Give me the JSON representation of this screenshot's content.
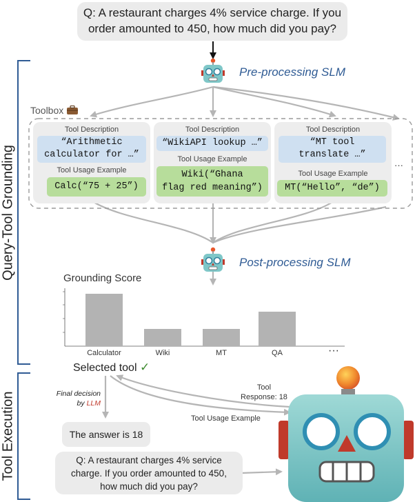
{
  "question": {
    "line1": "Q: A restaurant charges 4% service charge. If you",
    "line2": "order amounted to 450, how much did you pay?"
  },
  "pre_slm": "Pre-processing SLM",
  "post_slm": "Post-processing SLM",
  "toolbox": {
    "label": "Toolbox",
    "icon": "briefcase-icon",
    "more": "···"
  },
  "tools": [
    {
      "desc_title": "Tool Description",
      "desc_line1": "“Arithmetic",
      "desc_line2": "calculator for …”",
      "usage_title": "Tool Usage Example",
      "usage_line1": "Calc(“75 + 25”)",
      "usage_line2": ""
    },
    {
      "desc_title": "Tool Description",
      "desc_line1": "“WikiAPI lookup …”",
      "desc_line2": "",
      "usage_title": "Tool Usage Example",
      "usage_line1": "Wiki(“Ghana",
      "usage_line2": "flag red meaning”)"
    },
    {
      "desc_title": "Tool Description",
      "desc_line1": "“MT tool",
      "desc_line2": "translate …”",
      "usage_title": "Tool Usage Example",
      "usage_line1": "MT(“Hello”, “de”)",
      "usage_line2": ""
    }
  ],
  "side_labels": {
    "grounding": "Query-Tool Grounding",
    "execution": "Tool Execution"
  },
  "chart_data": {
    "type": "bar",
    "title": "Grounding Score",
    "categories": [
      "Calculator",
      "Wiki",
      "MT",
      "QA"
    ],
    "values": [
      0.9,
      0.3,
      0.3,
      0.6
    ],
    "ylim": [
      0,
      1
    ],
    "more": "···"
  },
  "selected_tool": {
    "text": "Selected tool",
    "check": "✓"
  },
  "final_decision": {
    "line1": "Final decision",
    "line2_prefix": "by ",
    "line2_llm": "LLM",
    "llm_color": "#c0392b"
  },
  "tool_response": {
    "line1": "Tool",
    "line2": "Response: 18"
  },
  "tool_usage_example": "Tool Usage Example",
  "answer": "The answer is 18",
  "question_bottom": {
    "line1": "Q: A restaurant charges 4% service",
    "line2": "charge. If you order amounted to 450,",
    "line3": "how much did you pay?"
  },
  "colors": {
    "accent_blue": "#2f5b94",
    "desc_blue": "#cfe0f1",
    "usage_green": "#b7dd9b",
    "bracket": "#2f5b94"
  }
}
